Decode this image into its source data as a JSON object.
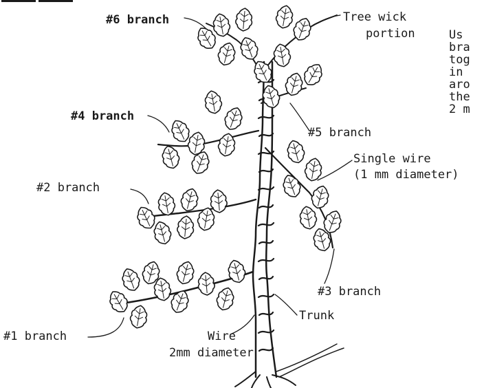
{
  "labels": {
    "branch6": "#6 branch",
    "tree_wick_line1": "Tree wick",
    "tree_wick_line2": "portion",
    "branch4": "#4 branch",
    "branch5": "#5 branch",
    "single_wire_line1": "Single wire",
    "single_wire_line2": "(1 mm diameter)",
    "branch2": "#2 branch",
    "branch3": "#3 branch",
    "branch1": "#1 branch",
    "trunk": "Trunk",
    "wire_line1": "Wire",
    "wire_line2": "2mm diameter"
  },
  "side_text": [
    "Us",
    "bra",
    "tog",
    "in",
    "aro",
    "the",
    "2 m"
  ]
}
